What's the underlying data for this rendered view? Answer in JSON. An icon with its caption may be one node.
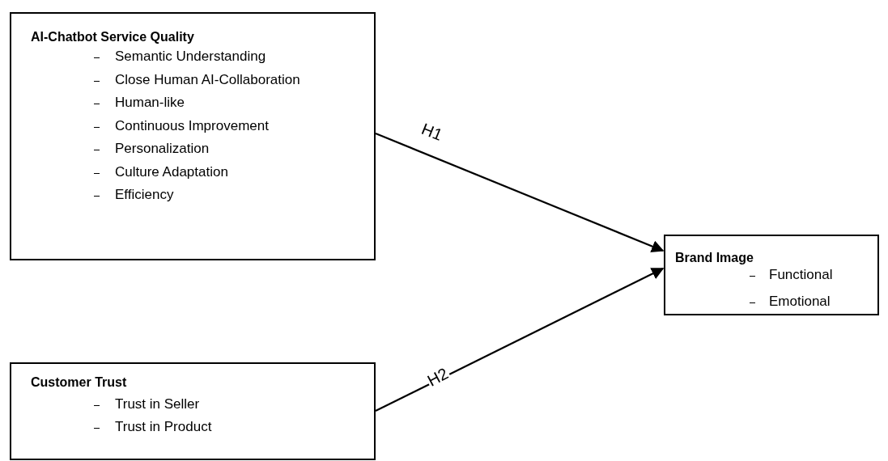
{
  "diagram": {
    "nodes": [
      {
        "text": [
          "AI-Chatbot Service Quality",
          "Semantic Understanding",
          "Close Human AI-Collaboration",
          "Human-like",
          "Continuous Improvement",
          "Personalization",
          "Culture Adaptation",
          "Efficiency"
        ]
      },
      {
        "text": [
          "Brand Image",
          "Functional",
          "Emotional"
        ]
      },
      {
        "text": [
          "Customer Trust",
          "Trust in Seller",
          "Trust in Product"
        ]
      }
    ],
    "edges": [
      {
        "from": 0,
        "to": 1,
        "arrow": "to",
        "label": "H1"
      },
      {
        "from": 2,
        "to": 1,
        "arrow": "to",
        "label": "H2"
      }
    ]
  }
}
